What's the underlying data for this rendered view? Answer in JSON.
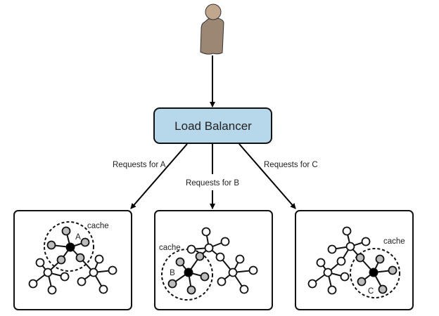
{
  "load_balancer": {
    "label": "Load Balancer",
    "fill": "#b7d7ea"
  },
  "routes": [
    {
      "label": "Requests for A"
    },
    {
      "label": "Requests for B"
    },
    {
      "label": "Requests for C"
    }
  ],
  "servers": [
    {
      "partition": "A",
      "cache_label": "cache"
    },
    {
      "partition": "B",
      "cache_label": "cache"
    },
    {
      "partition": "C",
      "cache_label": "cache"
    }
  ],
  "colors": {
    "user": "#9c8775",
    "user_head": "#c0a78d",
    "cached_node": "#bcbcbc",
    "primary_node": "#000000",
    "node": "#ffffff"
  }
}
